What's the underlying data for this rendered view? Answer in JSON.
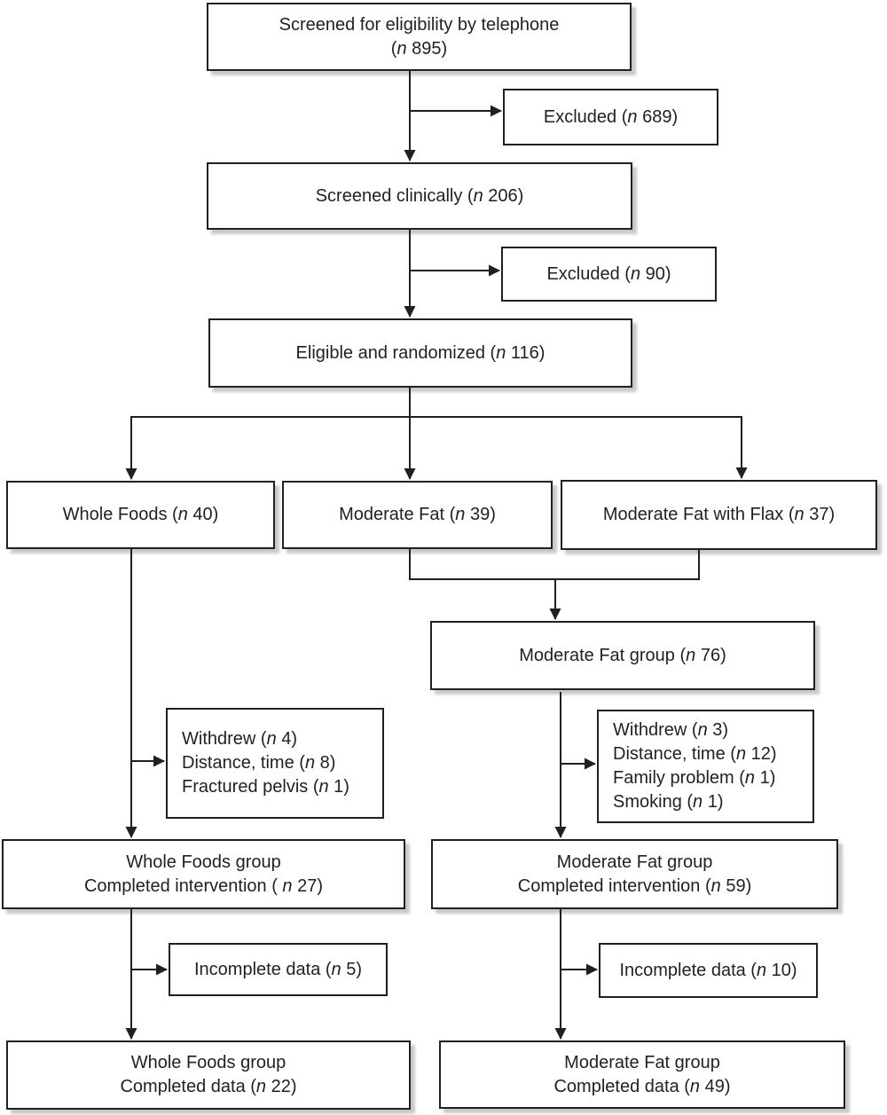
{
  "colors": {
    "background": "#ffffff",
    "box_fill": "#ffffff",
    "box_border": "#231f20",
    "text": "#231f20",
    "line": "#231f20",
    "shadow": "#c9c9c9"
  },
  "boxes": {
    "screened_phone": {
      "lines": [
        "Screened for eligibility by telephone",
        "(n 895)"
      ]
    },
    "excluded_phone": {
      "lines": [
        "Excluded (n 689)"
      ]
    },
    "screened_clinical": {
      "lines": [
        "Screened clinically (n 206)"
      ]
    },
    "excluded_clinical": {
      "lines": [
        "Excluded (n 90)"
      ]
    },
    "randomized": {
      "lines": [
        "Eligible and randomized (n 116)"
      ]
    },
    "whole_foods": {
      "lines": [
        "Whole Foods (n 40)"
      ]
    },
    "moderate_fat": {
      "lines": [
        "Moderate Fat (n 39)"
      ]
    },
    "moderate_fat_flax": {
      "lines": [
        "Moderate Fat with Flax (n 37)"
      ]
    },
    "moderate_fat_group": {
      "lines": [
        "Moderate Fat group (n 76)"
      ]
    },
    "wf_withdrew": {
      "lines": [
        "Withdrew (n 4)",
        "Distance, time (n 8)",
        "Fractured pelvis (n 1)"
      ]
    },
    "mf_withdrew": {
      "lines": [
        "Withdrew (n 3)",
        "Distance, time (n 12)",
        "Family problem (n 1)",
        "Smoking (n 1)"
      ]
    },
    "wf_completed_intervention": {
      "lines": [
        "Whole Foods group",
        "Completed intervention ( n 27)"
      ]
    },
    "mf_completed_intervention": {
      "lines": [
        "Moderate Fat group",
        "Completed intervention (n 59)"
      ]
    },
    "wf_incomplete": {
      "lines": [
        "Incomplete data (n 5)"
      ]
    },
    "mf_incomplete": {
      "lines": [
        "Incomplete data (n 10)"
      ]
    },
    "wf_completed_data": {
      "lines": [
        "Whole Foods group",
        "Completed data (n 22)"
      ]
    },
    "mf_completed_data": {
      "lines": [
        "Moderate Fat group",
        "Completed data (n 49)"
      ]
    }
  }
}
